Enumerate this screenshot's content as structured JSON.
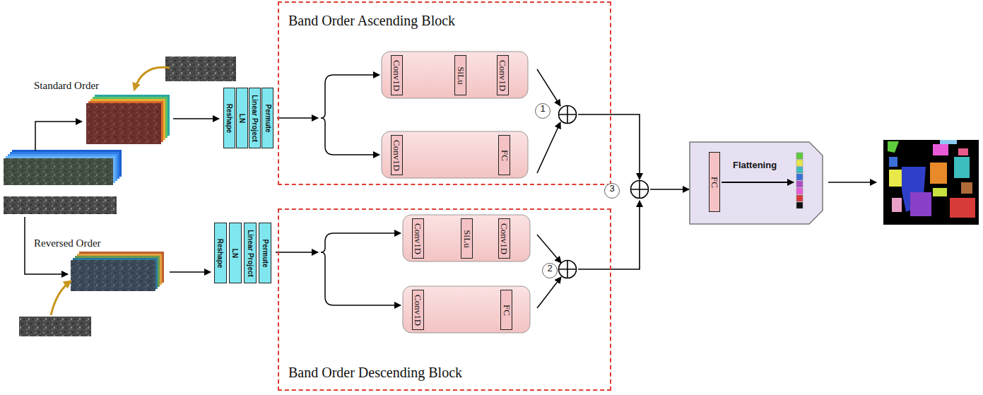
{
  "diagram": {
    "nodes": [
      {
        "text": [
          "Reshape"
        ]
      },
      {
        "text": [
          "LN"
        ]
      },
      {
        "text": [
          "Linear Project"
        ]
      },
      {
        "text": [
          "Permute"
        ]
      },
      {
        "text": [
          "Band Order Ascending Block"
        ]
      },
      {
        "text": [
          "Conv1D"
        ],
        "in": 4
      },
      {
        "text": [
          "SiLu"
        ],
        "in": 4
      },
      {
        "text": [
          "Conv1D"
        ],
        "in": 4
      },
      {
        "text": [
          "Conv1D"
        ],
        "in": 4
      },
      {
        "text": [
          "FC"
        ],
        "in": 4
      },
      {
        "text": [
          "1"
        ],
        "in": 4
      },
      {
        "text": [
          "3"
        ]
      },
      {
        "text": [
          "Flattening"
        ]
      },
      {
        "text": [
          "FC"
        ],
        "in": 12
      },
      {
        "text": [
          "Reshape"
        ]
      },
      {
        "text": [
          "LN"
        ]
      },
      {
        "text": [
          "Linear Project"
        ]
      },
      {
        "text": [
          "Permute"
        ]
      },
      {
        "text": [
          "Band Order Descending Block"
        ]
      },
      {
        "text": [
          "Conv1D"
        ],
        "in": 18
      },
      {
        "text": [
          "SiLu"
        ],
        "in": 18
      },
      {
        "text": [
          "Conv1D"
        ],
        "in": 18
      },
      {
        "text": [
          "Conv1D"
        ],
        "in": 18
      },
      {
        "text": [
          "FC"
        ],
        "in": 18
      },
      {
        "text": [
          "2"
        ],
        "in": 18
      }
    ],
    "edges": [
      {
        "from": 10,
        "to": 11,
        "arrow": "to"
      },
      {
        "from": 24,
        "to": 11,
        "arrow": "to"
      },
      {
        "from": 11,
        "to": 12,
        "arrow": "to"
      }
    ],
    "labels": [
      "Standard Order",
      "Reversed Order"
    ]
  }
}
